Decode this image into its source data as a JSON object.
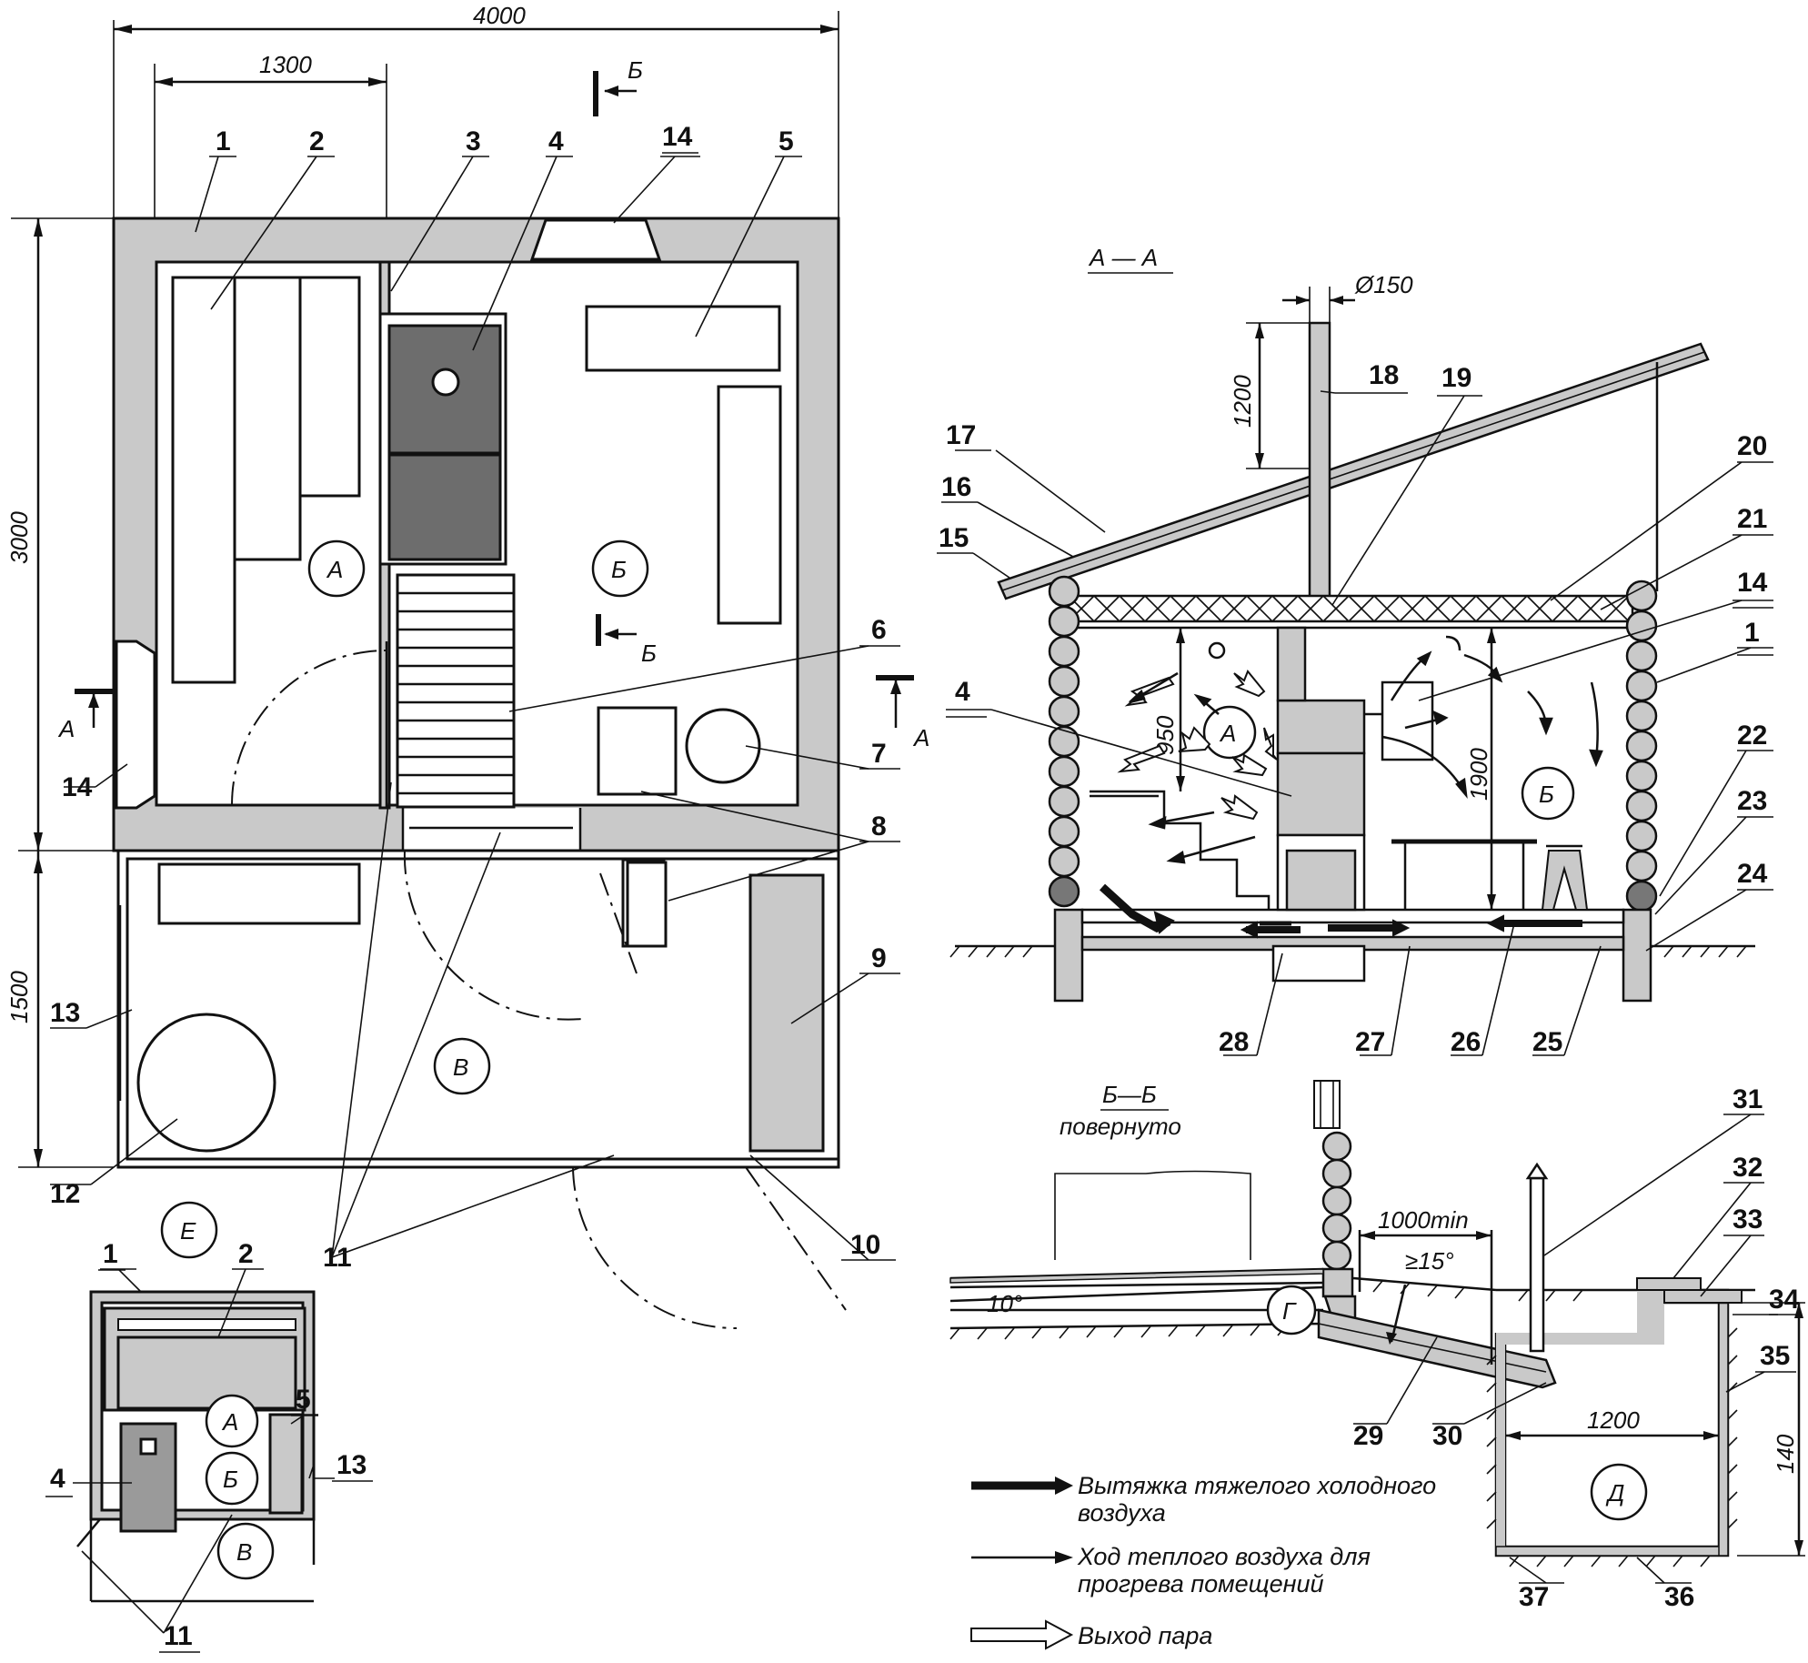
{
  "plan": {
    "dims": {
      "width": "4000",
      "left_width": "1300",
      "height_main": "3000",
      "height_vest": "1500"
    },
    "rooms": {
      "A": "А",
      "B": "Б",
      "V": "В",
      "E": "Е"
    },
    "section_marks": {
      "a": "А",
      "b": "Б"
    },
    "callouts": [
      "1",
      "2",
      "3",
      "4",
      "14",
      "5",
      "6",
      "7",
      "8",
      "9",
      "10",
      "11",
      "12",
      "13",
      "14"
    ]
  },
  "small_plan": {
    "callouts": [
      "1",
      "2",
      "4",
      "5",
      "13",
      "11"
    ],
    "rooms": {
      "A": "А",
      "B": "Б",
      "V": "В"
    }
  },
  "section_aa": {
    "title": "А — А",
    "dims": {
      "diameter": "Ø150",
      "chimney": "1200",
      "stove": "950",
      "room": "1900"
    },
    "rooms": {
      "A": "А",
      "B": "Б"
    },
    "callouts": [
      "18",
      "19",
      "17",
      "16",
      "15",
      "20",
      "21",
      "14",
      "1",
      "4",
      "22",
      "23",
      "24",
      "28",
      "27",
      "26",
      "25"
    ]
  },
  "section_bb": {
    "title": "Б—Б",
    "subtitle": "повернуто",
    "dims": {
      "min_dist": "1000min",
      "slope_pipe": "≥15°",
      "slope_ground": "10°",
      "pit_width": "1200",
      "pit_depth": "140"
    },
    "rooms": {
      "G": "Г",
      "D": "Д"
    },
    "callouts": [
      "31",
      "32",
      "33",
      "34",
      "35",
      "29",
      "30",
      "37",
      "36"
    ]
  },
  "legend": {
    "heavy": "Вытяжка тяжелого холодного воздуха",
    "warm": "Ход теплого воздуха для прогрева помещений",
    "steam": "Выход пара"
  }
}
